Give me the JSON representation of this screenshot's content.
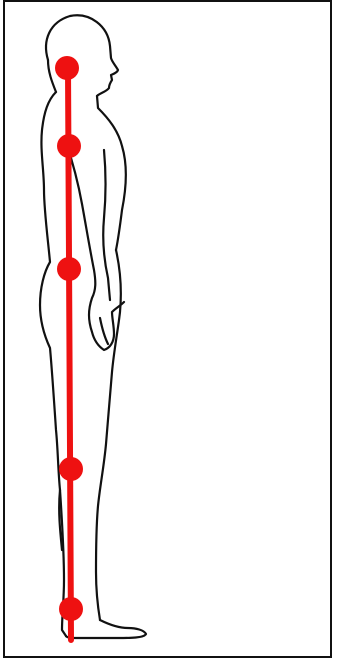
{
  "figure": {
    "subject": "human-figure-side-view",
    "plumb_line_color": "#ee1111",
    "outline_color": "#111111",
    "landmarks": [
      {
        "name": "ear"
      },
      {
        "name": "shoulder"
      },
      {
        "name": "hip"
      },
      {
        "name": "knee"
      },
      {
        "name": "ankle"
      }
    ]
  }
}
